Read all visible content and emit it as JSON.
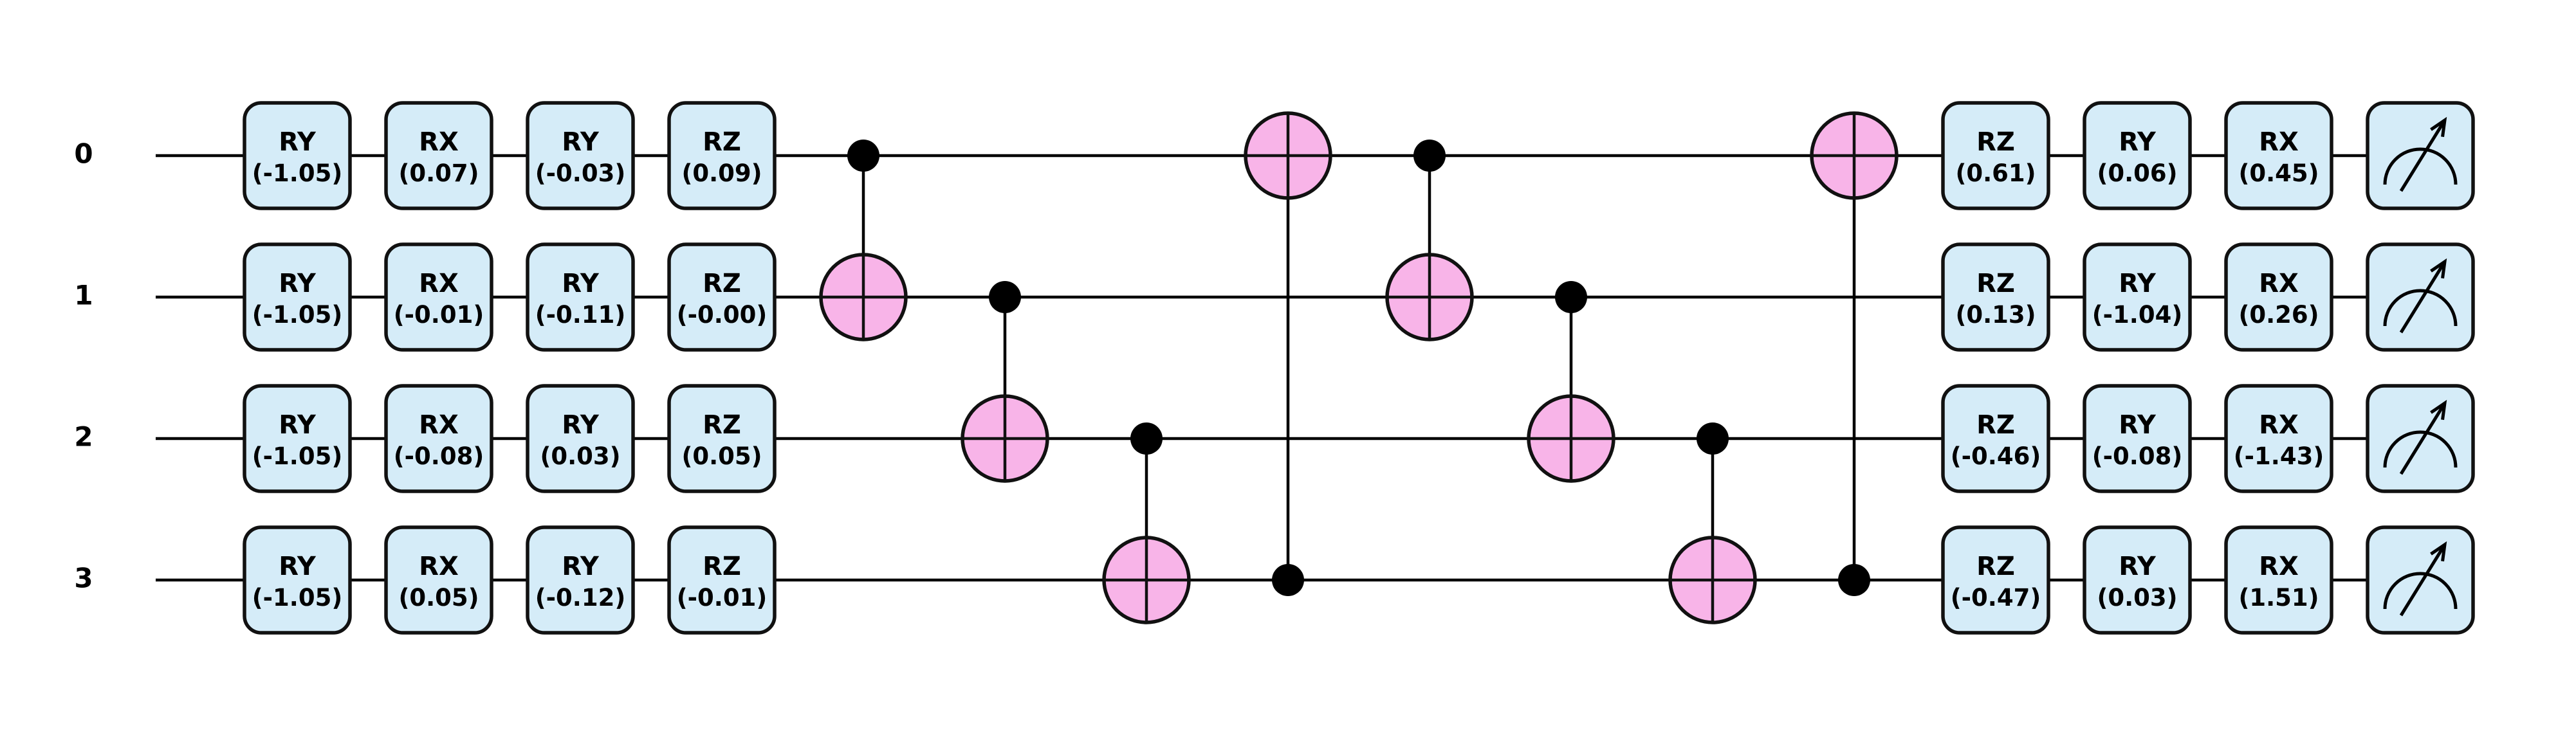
{
  "qubits": [
    "0",
    "1",
    "2",
    "3"
  ],
  "gate_layers": [
    {
      "gates": [
        {
          "name": "RY",
          "param": "(-1.05)"
        },
        {
          "name": "RY",
          "param": "(-1.05)"
        },
        {
          "name": "RY",
          "param": "(-1.05)"
        },
        {
          "name": "RY",
          "param": "(-1.05)"
        }
      ]
    },
    {
      "gates": [
        {
          "name": "RX",
          "param": "(0.07)"
        },
        {
          "name": "RX",
          "param": "(-0.01)"
        },
        {
          "name": "RX",
          "param": "(-0.08)"
        },
        {
          "name": "RX",
          "param": "(0.05)"
        }
      ]
    },
    {
      "gates": [
        {
          "name": "RY",
          "param": "(-0.03)"
        },
        {
          "name": "RY",
          "param": "(-0.11)"
        },
        {
          "name": "RY",
          "param": "(0.03)"
        },
        {
          "name": "RY",
          "param": "(-0.12)"
        }
      ]
    },
    {
      "gates": [
        {
          "name": "RZ",
          "param": "(0.09)"
        },
        {
          "name": "RZ",
          "param": "(-0.00)"
        },
        {
          "name": "RZ",
          "param": "(0.05)"
        },
        {
          "name": "RZ",
          "param": "(-0.01)"
        }
      ]
    },
    {
      "cnots": [
        {
          "control": 0,
          "target": 1
        },
        {
          "control": 1,
          "target": 2
        },
        {
          "control": 2,
          "target": 3
        },
        {
          "control": 3,
          "target": 0
        },
        {
          "control": 0,
          "target": 1
        },
        {
          "control": 1,
          "target": 2
        },
        {
          "control": 2,
          "target": 3
        },
        {
          "control": 3,
          "target": 0
        }
      ]
    },
    {
      "gates": [
        {
          "name": "RZ",
          "param": "(0.61)"
        },
        {
          "name": "RZ",
          "param": "(0.13)"
        },
        {
          "name": "RZ",
          "param": "(-0.46)"
        },
        {
          "name": "RZ",
          "param": "(-0.47)"
        }
      ]
    },
    {
      "gates": [
        {
          "name": "RY",
          "param": "(0.06)"
        },
        {
          "name": "RY",
          "param": "(-1.04)"
        },
        {
          "name": "RY",
          "param": "(-0.08)"
        },
        {
          "name": "RY",
          "param": "(0.03)"
        }
      ]
    },
    {
      "gates": [
        {
          "name": "RX",
          "param": "(0.45)"
        },
        {
          "name": "RX",
          "param": "(0.26)"
        },
        {
          "name": "RX",
          "param": "(-1.43)"
        },
        {
          "name": "RX",
          "param": "(1.51)"
        }
      ]
    },
    {
      "measure": true
    }
  ],
  "colors": {
    "gate_fill": "#d5ecf8",
    "target_fill": "#f8b4e8",
    "wire": "#000000"
  },
  "icons": {
    "measure": "meter-icon"
  }
}
